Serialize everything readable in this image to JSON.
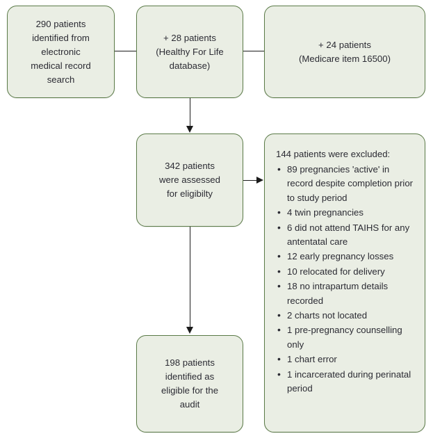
{
  "diagram": {
    "type": "flowchart",
    "title": "Patient identification and eligibility flow",
    "colors": {
      "node_fill": "#eaeee4",
      "node_border": "#5a7a47",
      "text": "#2b2b33",
      "connector": "#1b1b1b",
      "background": "#ffffff"
    },
    "nodes": {
      "source_emr": {
        "id": "source-emr",
        "text": "290 patients\nidentified from\nelectronic\nmedical record\nsearch"
      },
      "source_hfl": {
        "id": "source-healthy-for-life",
        "text": "+ 28 patients\n(Healthy For Life\ndatabase)"
      },
      "source_medicare": {
        "id": "source-medicare",
        "text": "+ 24 patients\n(Medicare item 16500)"
      },
      "assessed": {
        "id": "assessed-for-eligibility",
        "text": "342 patients\nwere assessed\nfor eligibilty"
      },
      "eligible": {
        "id": "eligible-for-audit",
        "text": "198 patients\nidentified as\neligible for the\naudit"
      },
      "excluded": {
        "id": "excluded-patients",
        "heading": "144 patients were excluded:",
        "items": [
          "89 pregnancies 'active' in record despite completion prior to study period",
          "4 twin pregnancies",
          "6 did not attend TAIHS for any antentatal care",
          "12 early pregnancy losses",
          "10 relocated for delivery",
          "18 no intrapartum details recorded",
          "2 charts not located",
          "1 pre-pregnancy counselling only",
          "1 chart error",
          "1 incarcerated during perinatal period"
        ]
      }
    },
    "connectors": [
      {
        "id": "emr-to-hfl",
        "kind": "line",
        "from": "source-emr",
        "to": "source-healthy-for-life"
      },
      {
        "id": "hfl-to-medicare",
        "kind": "line",
        "from": "source-healthy-for-life",
        "to": "source-medicare"
      },
      {
        "id": "hfl-to-assessed",
        "kind": "arrow-down",
        "from": "source-healthy-for-life",
        "to": "assessed-for-eligibility"
      },
      {
        "id": "assessed-to-excluded",
        "kind": "arrow-right",
        "from": "assessed-for-eligibility",
        "to": "excluded-patients"
      },
      {
        "id": "assessed-to-eligible",
        "kind": "arrow-down",
        "from": "assessed-for-eligibility",
        "to": "eligible-for-audit"
      }
    ]
  }
}
